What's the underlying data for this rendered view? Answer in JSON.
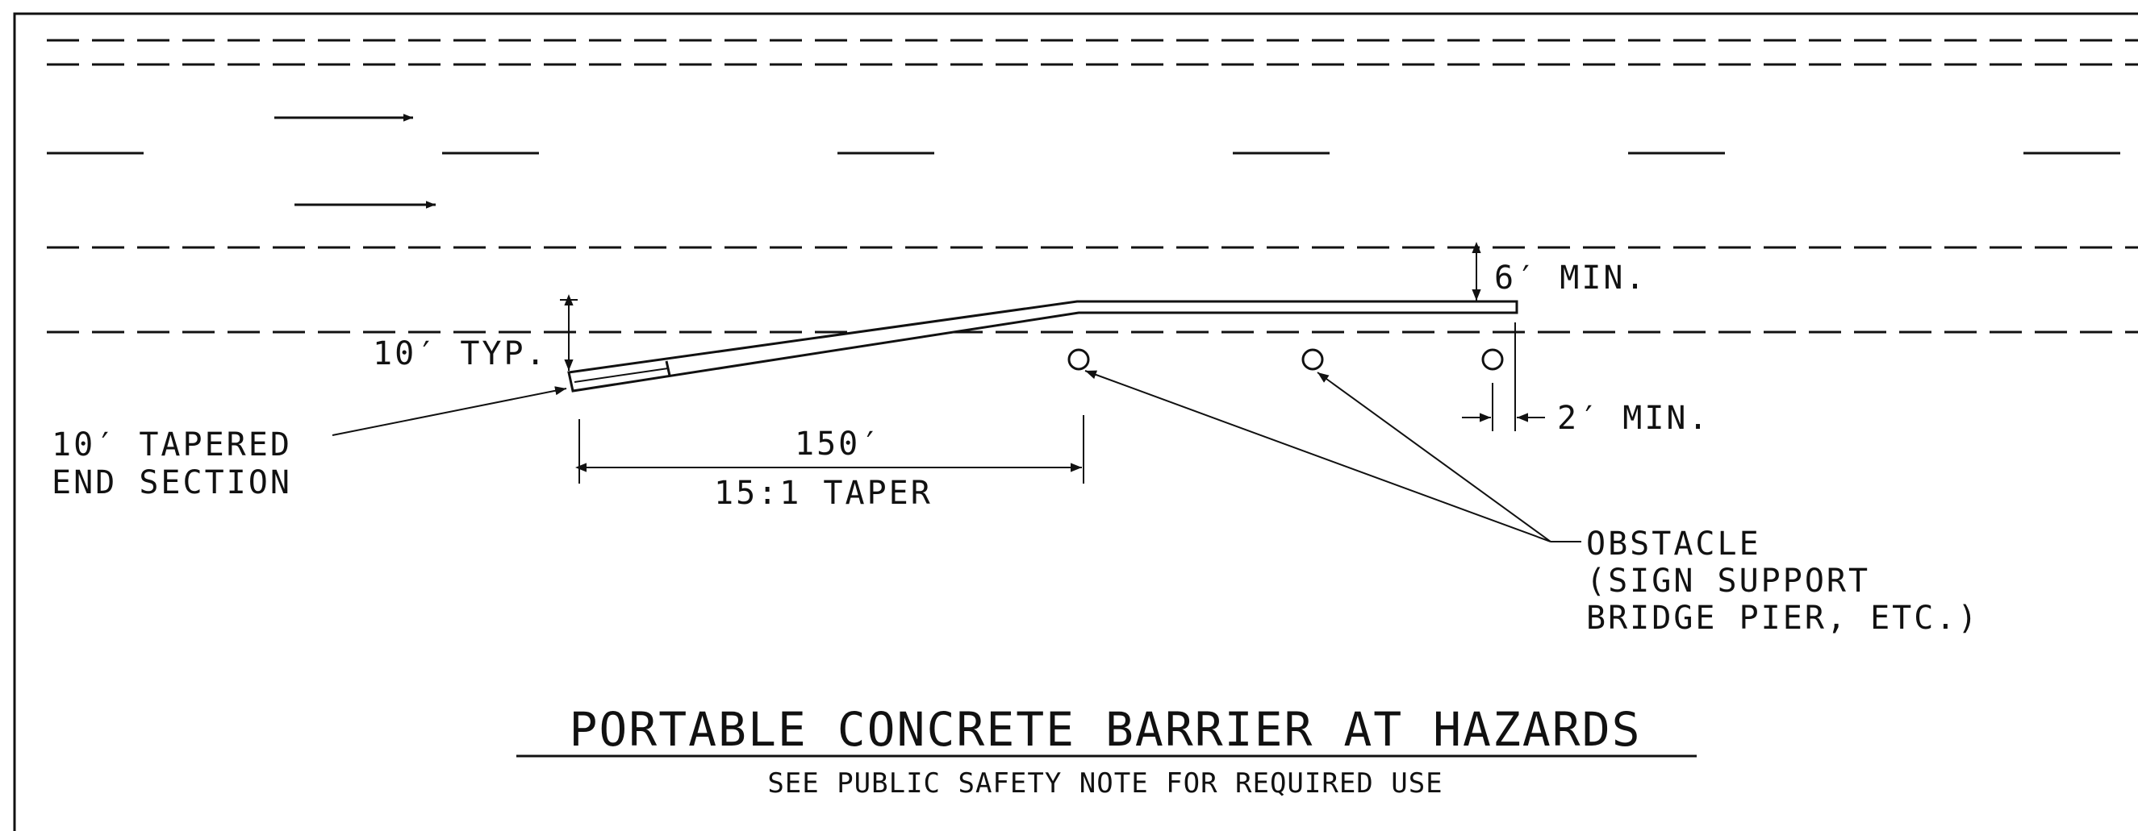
{
  "drawing": {
    "colors": {
      "ink": "#111111",
      "background": "#ffffff"
    },
    "labels": {
      "six_min": "6′  MIN.",
      "ten_typ": "10′  TYP.",
      "tapered_1": "10′  TAPERED",
      "tapered_2": "END SECTION",
      "two_min": "2′  MIN.",
      "length_150": "150′",
      "taper_ratio": "15:1   TAPER",
      "obstacle_1": "OBSTACLE",
      "obstacle_2": "(SIGN SUPPORT",
      "obstacle_3": "BRIDGE PIER, ETC.)"
    },
    "title": "PORTABLE CONCRETE BARRIER AT HAZARDS",
    "subtitle": "SEE PUBLIC SAFETY NOTE FOR REQUIRED USE"
  }
}
